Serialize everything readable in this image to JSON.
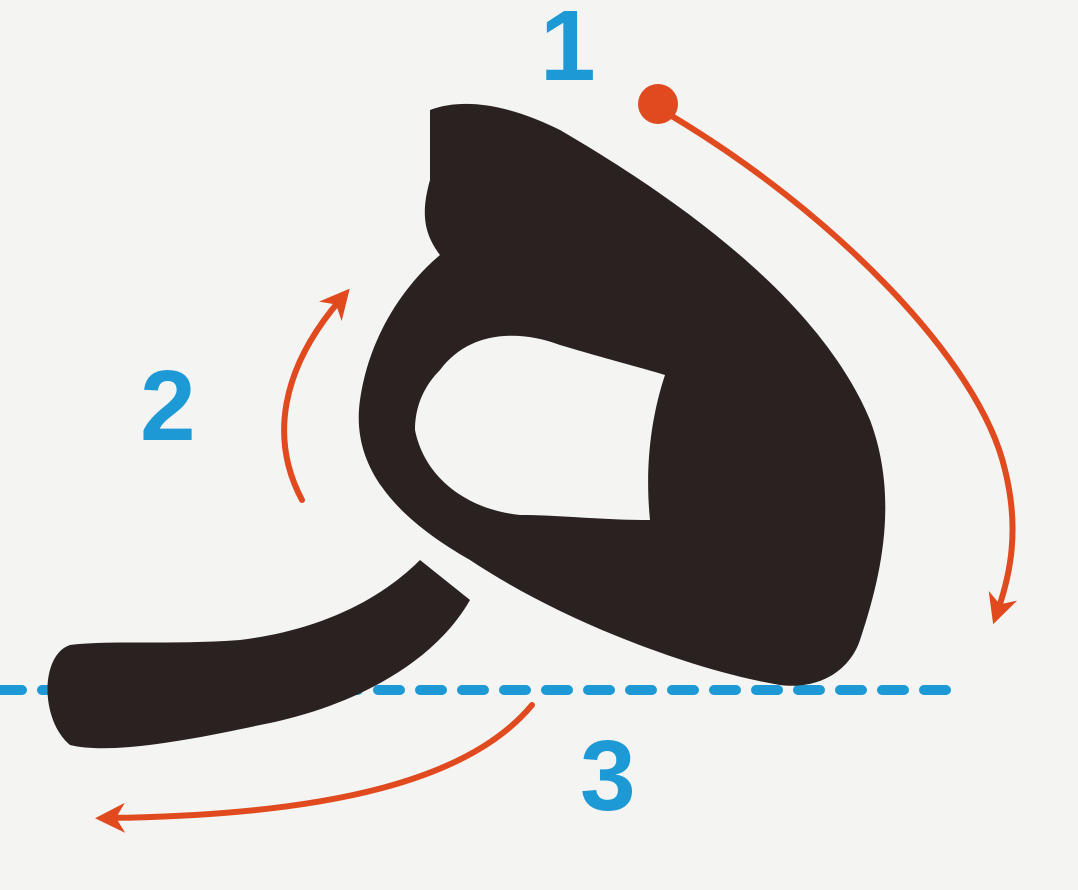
{
  "steps": [
    {
      "number": "1"
    },
    {
      "number": "2"
    },
    {
      "number": "3"
    }
  ],
  "colors": {
    "background": "#f4f4f2",
    "glyph": "#2a2220",
    "arrow": "#e04a1e",
    "label": "#1d9ad6",
    "baseline": "#1d9ad6"
  },
  "icons": {
    "start_marker": "start-dot",
    "direction": "curved-arrow"
  }
}
